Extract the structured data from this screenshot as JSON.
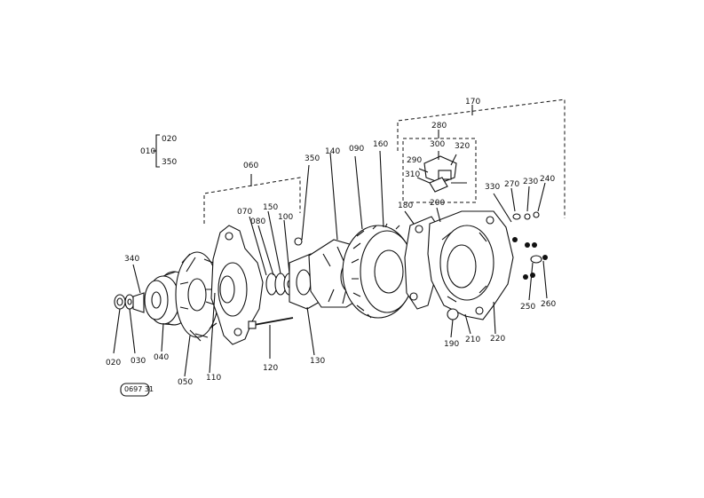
{
  "labels": {
    "l010": "010",
    "l020a": "020",
    "l350a": "350",
    "l020": "020",
    "l030": "030",
    "l040": "040",
    "l050": "050",
    "l060": "060",
    "l070": "070",
    "l080": "080",
    "l090": "090",
    "l100": "100",
    "l110": "110",
    "l120": "120",
    "l130": "130",
    "l140": "140",
    "l150": "150",
    "l160": "160",
    "l170": "170",
    "l180": "180",
    "l190": "190",
    "l200": "200",
    "l210": "210",
    "l220": "220",
    "l230": "230",
    "l240": "240",
    "l250": "250",
    "l260": "260",
    "l270": "270",
    "l280": "280",
    "l290": "290",
    "l300": "300",
    "l310": "310",
    "l320": "320",
    "l330": "330",
    "l340": "340",
    "l350": "350",
    "drawing_code": "0697 31"
  }
}
